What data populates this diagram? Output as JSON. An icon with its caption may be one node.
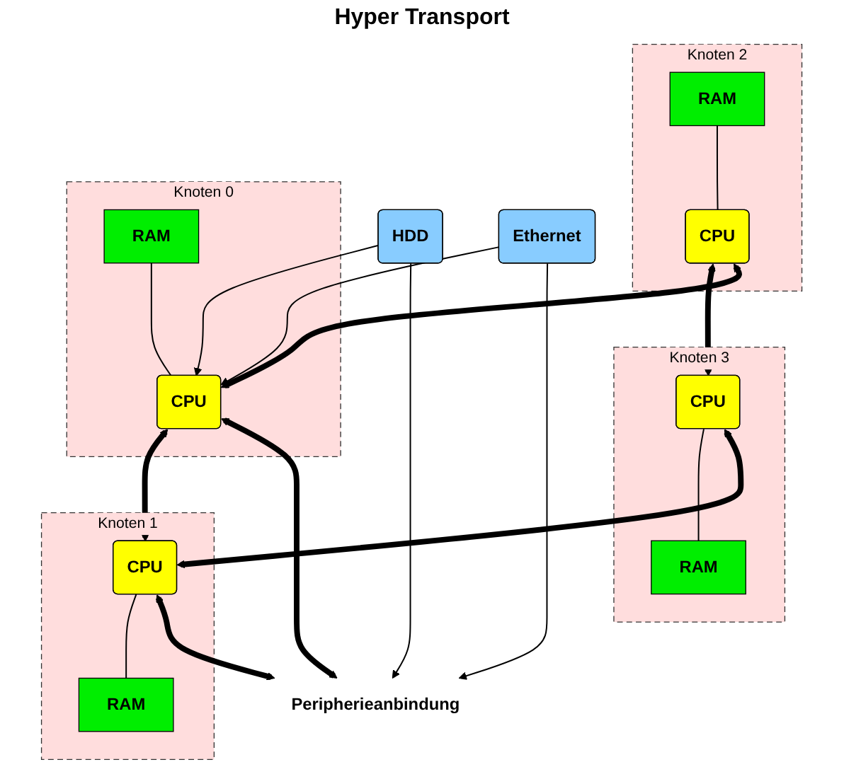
{
  "diagram": {
    "nodes": [
      {
        "text": [
          "Knoten 2"
        ]
      },
      {
        "text": [
          "RAM"
        ],
        "in": 0
      },
      {
        "text": [
          "CPU"
        ],
        "in": 0
      },
      {
        "text": [
          "Knoten 3"
        ]
      },
      {
        "text": [
          "CPU"
        ],
        "in": 3
      },
      {
        "text": [
          "RAM"
        ],
        "in": 3
      },
      {
        "text": [
          "Knoten 0"
        ]
      },
      {
        "text": [
          "RAM"
        ],
        "in": 6
      },
      {
        "text": [
          "CPU"
        ],
        "in": 6
      },
      {
        "text": [
          "Knoten 1"
        ]
      },
      {
        "text": [
          "CPU"
        ],
        "in": 9
      },
      {
        "text": [
          "RAM"
        ],
        "in": 9
      },
      {
        "text": [
          "Ethernet"
        ]
      },
      {
        "text": [
          "HDD"
        ]
      },
      {
        "text": [
          "Peripherieanbindung"
        ]
      }
    ],
    "edges": [
      {
        "from": 1,
        "to": 2,
        "arrow": "none"
      },
      {
        "from": 2,
        "to": 4,
        "arrow": "both",
        "style": "thick"
      },
      {
        "from": 4,
        "to": 5,
        "arrow": "none"
      },
      {
        "from": 2,
        "to": 8,
        "arrow": "both",
        "style": "thick"
      },
      {
        "from": 4,
        "to": 10,
        "arrow": "both",
        "style": "thick"
      },
      {
        "from": 7,
        "to": 8,
        "arrow": "none"
      },
      {
        "from": 8,
        "to": 10,
        "arrow": "both",
        "style": "thick"
      },
      {
        "from": 10,
        "to": 11,
        "arrow": "none"
      },
      {
        "from": 8,
        "to": 14,
        "arrow": "both",
        "style": "thick"
      },
      {
        "from": 12,
        "to": 8,
        "arrow": "to"
      },
      {
        "from": 12,
        "to": 14,
        "arrow": "to"
      },
      {
        "from": 13,
        "to": 8,
        "arrow": "to"
      },
      {
        "from": 13,
        "to": 14,
        "arrow": "to"
      },
      {
        "from": 10,
        "to": 14,
        "arrow": "both",
        "style": "thick"
      }
    ],
    "labels": [
      "Hyper Transport"
    ]
  }
}
